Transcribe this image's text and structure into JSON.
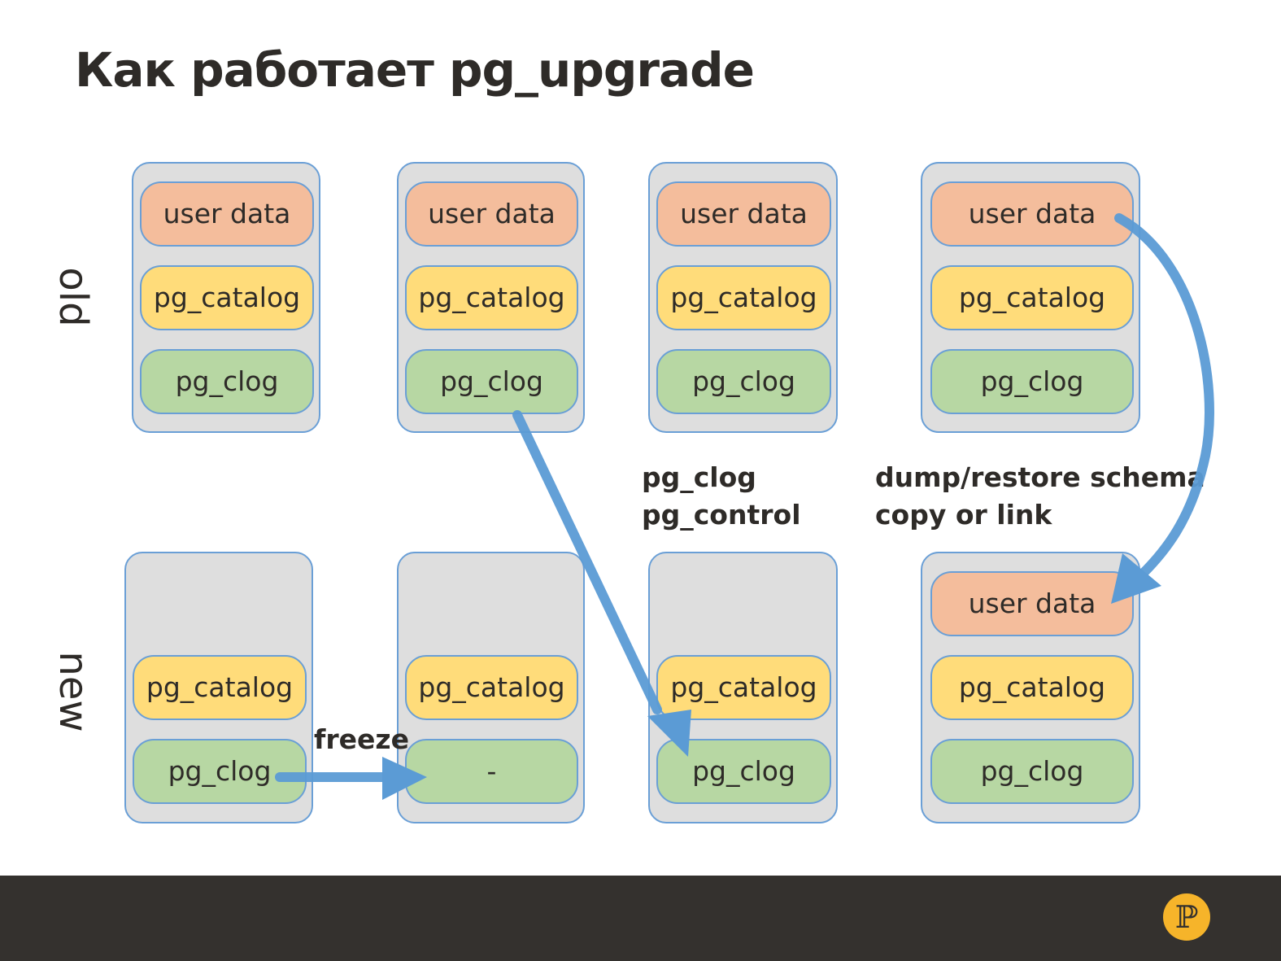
{
  "title": "Как работает pg_upgrade",
  "rows": {
    "old": "old",
    "new": "new"
  },
  "columns": [
    {
      "old": {
        "user_data": "user data",
        "catalog": "pg_catalog",
        "clog": "pg_clog"
      },
      "new": {
        "catalog": "pg_catalog",
        "clog": "pg_clog"
      }
    },
    {
      "old": {
        "user_data": "user data",
        "catalog": "pg_catalog",
        "clog": "pg_clog"
      },
      "new": {
        "catalog": "pg_catalog",
        "clog": "-"
      }
    },
    {
      "old": {
        "user_data": "user data",
        "catalog": "pg_catalog",
        "clog": "pg_clog"
      },
      "new": {
        "catalog": "pg_catalog",
        "clog": "pg_clog"
      }
    },
    {
      "old": {
        "user_data": "user data",
        "catalog": "pg_catalog",
        "clog": "pg_clog"
      },
      "new": {
        "user_data": "user data",
        "catalog": "pg_catalog",
        "clog": "pg_clog"
      }
    }
  ],
  "notes": {
    "freeze": "freeze",
    "clog_control": "pg_clog\npg_control",
    "dump_restore": "dump/restore schema\ncopy or link"
  },
  "colors": {
    "user_data": "#f4bd9c",
    "catalog": "#ffdc7a",
    "clog": "#b7d7a3",
    "container": "#dedede",
    "border": "#6a9fd6",
    "arrow": "#5b9bd5",
    "footer": "#34312e",
    "logo": "#f6b42a"
  },
  "logo_icon": "postgres-pro-logo-icon"
}
